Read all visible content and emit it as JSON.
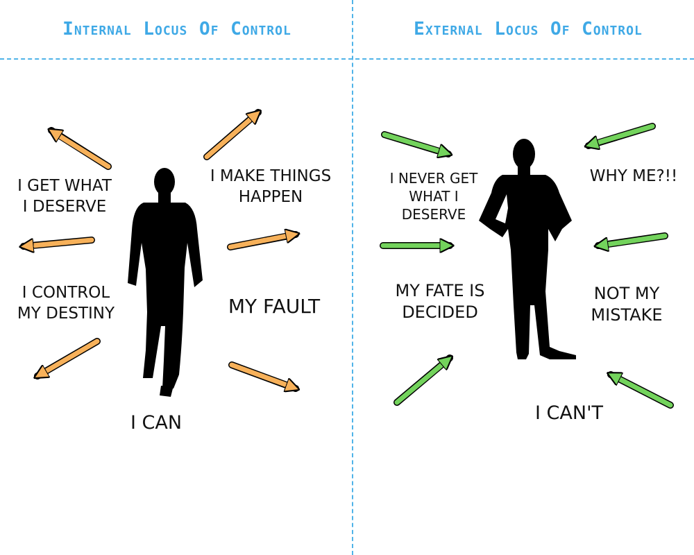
{
  "colors": {
    "heading": "#3fa9e6",
    "divider": "#4fb3e8",
    "arrow_orange": "#f7b15a",
    "arrow_green": "#73d35c",
    "silhouette": "#000000",
    "text": "#111111"
  },
  "left": {
    "heading": "Internal Locus Of Control",
    "labels": {
      "get_what_deserve": "I GET WHAT\nI DESERVE",
      "make_things_happen": "I MAKE THINGS\nHAPPEN",
      "control_destiny": "I CONTROL\nMY DESTINY",
      "my_fault": "MY FAULT",
      "i_can": "I CAN"
    }
  },
  "right": {
    "heading": "External Locus Of Control",
    "labels": {
      "never_get": "I NEVER GET\nWHAT I\nDESERVE",
      "why_me": "WHY ME?!!",
      "fate_decided": "MY FATE IS\nDECIDED",
      "not_my_mistake": "NOT MY\nMISTAKE",
      "i_cant": "I CAN'T"
    }
  }
}
